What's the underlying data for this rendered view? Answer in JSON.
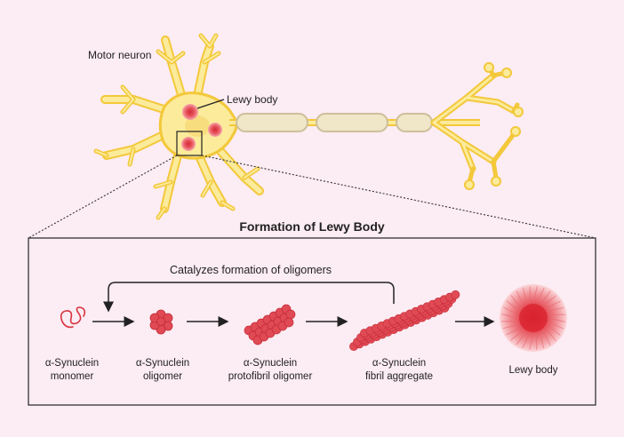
{
  "neuron": {
    "title": "Motor neuron",
    "lewy_label": "Lewy body"
  },
  "panel": {
    "title": "Formation of Lewy Body",
    "feedback_label": "Catalyzes formation of oligomers",
    "stages": [
      {
        "line1": "α-Synuclein",
        "line2": "monomer"
      },
      {
        "line1": "α-Synuclein",
        "line2": "oligomer"
      },
      {
        "line1": "α-Synuclein",
        "line2": "protofibril oligomer"
      },
      {
        "line1": "α-Synuclein",
        "line2": "fibril aggregate"
      },
      {
        "line1": "Lewy body",
        "line2": ""
      }
    ]
  },
  "colors": {
    "background": "#fcecf3",
    "neuron_fill": "#fbeb9b",
    "neuron_stroke": "#f3c83a",
    "myelin_fill": "#f0e6c8",
    "lewy_red": "#e04a55",
    "protein_red": "#d8343f"
  }
}
